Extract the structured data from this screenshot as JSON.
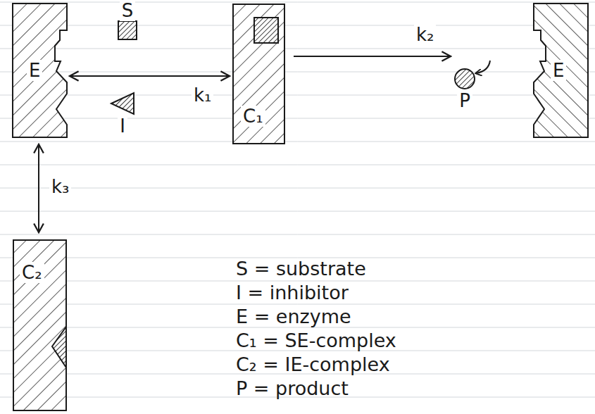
{
  "diagram": {
    "nodes": [
      {
        "text": [
          "E"
        ]
      },
      {
        "text": [
          "S"
        ]
      },
      {
        "text": [
          "I"
        ]
      },
      {
        "text": [
          "C₁"
        ]
      },
      {
        "text": [
          "P"
        ]
      },
      {
        "text": [
          "E"
        ]
      },
      {
        "text": [
          "C₂"
        ]
      }
    ],
    "edges": [
      {
        "from": 0,
        "to": 3,
        "arrow": "both",
        "label": "k₁"
      },
      {
        "from": 3,
        "to": 4,
        "arrow": "to",
        "label": "k₂"
      },
      {
        "from": 0,
        "to": 6,
        "arrow": "both",
        "label": "k₃"
      }
    ],
    "labels": [
      "S = substrate",
      "I = inhibitor",
      "E = enzyme",
      "C₁ = SE-complex",
      "C₂ = IE-complex",
      "P = product"
    ]
  }
}
